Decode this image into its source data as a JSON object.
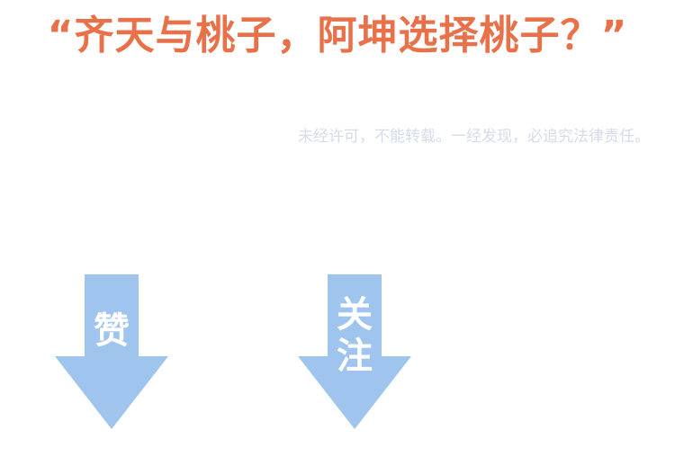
{
  "title": "“齐天与桃子，阿坤选择桃子？”",
  "notice": "未经许可，不能转载。一经发现，必追究法律责任。",
  "arrows": {
    "like_label": "赞",
    "follow_label_1": "关",
    "follow_label_2": "注"
  },
  "colors": {
    "title": "#e8714a",
    "notice": "#d3dce8",
    "arrow_fill": "#9fc5ee",
    "arrow_text": "#ffffff"
  },
  "icons": [
    "down-arrow-icon"
  ]
}
